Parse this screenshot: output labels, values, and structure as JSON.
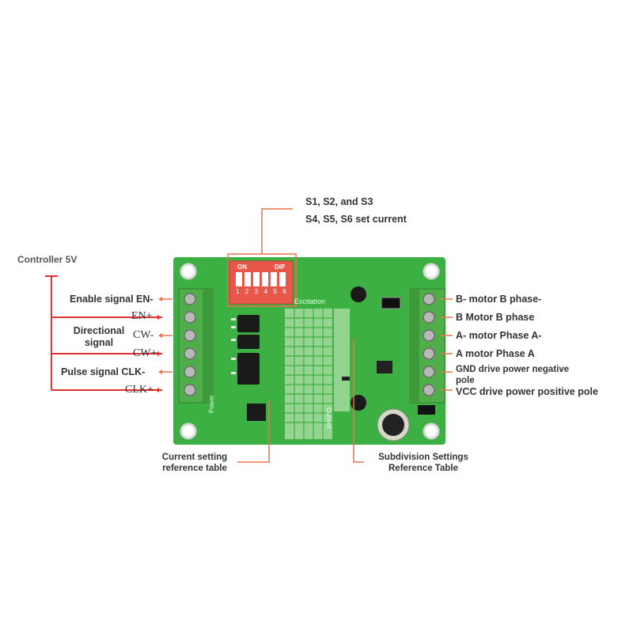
{
  "dip_switch": {
    "line1": "S1, S2, and S3",
    "line2": "S4, S5, S6 set current",
    "on_text": "ON",
    "dip_text": "DIP",
    "numbers": "1 2 3 4 5 6"
  },
  "left_labels": {
    "controller": "Controller 5V",
    "enable": "Enable signal EN-",
    "directional_1": "Directional",
    "directional_2": "signal",
    "pulse": "Pulse signal CLK-"
  },
  "left_terminals": [
    "EN+",
    "CW-",
    "CW+",
    "CLK+"
  ],
  "right_labels": [
    "B- motor B phase-",
    "B Motor B phase",
    "A- motor Phase A-",
    "A motor Phase A",
    "GND drive power negative",
    "pole",
    "VCC drive power positive pole"
  ],
  "bottom_labels": {
    "current_1": "Current setting",
    "current_2": "reference table",
    "subdiv_1": "Subdivision Settings",
    "subdiv_2": "Reference Table"
  },
  "pcb_text": {
    "excitation": "Excitation",
    "current": "Current",
    "power": "Power"
  },
  "colors": {
    "pcb": "#3cb043",
    "annotation": "#e8734f",
    "signal_line": "#e03030",
    "terminal": "#4fae4a",
    "dip_body": "#e8574a"
  }
}
